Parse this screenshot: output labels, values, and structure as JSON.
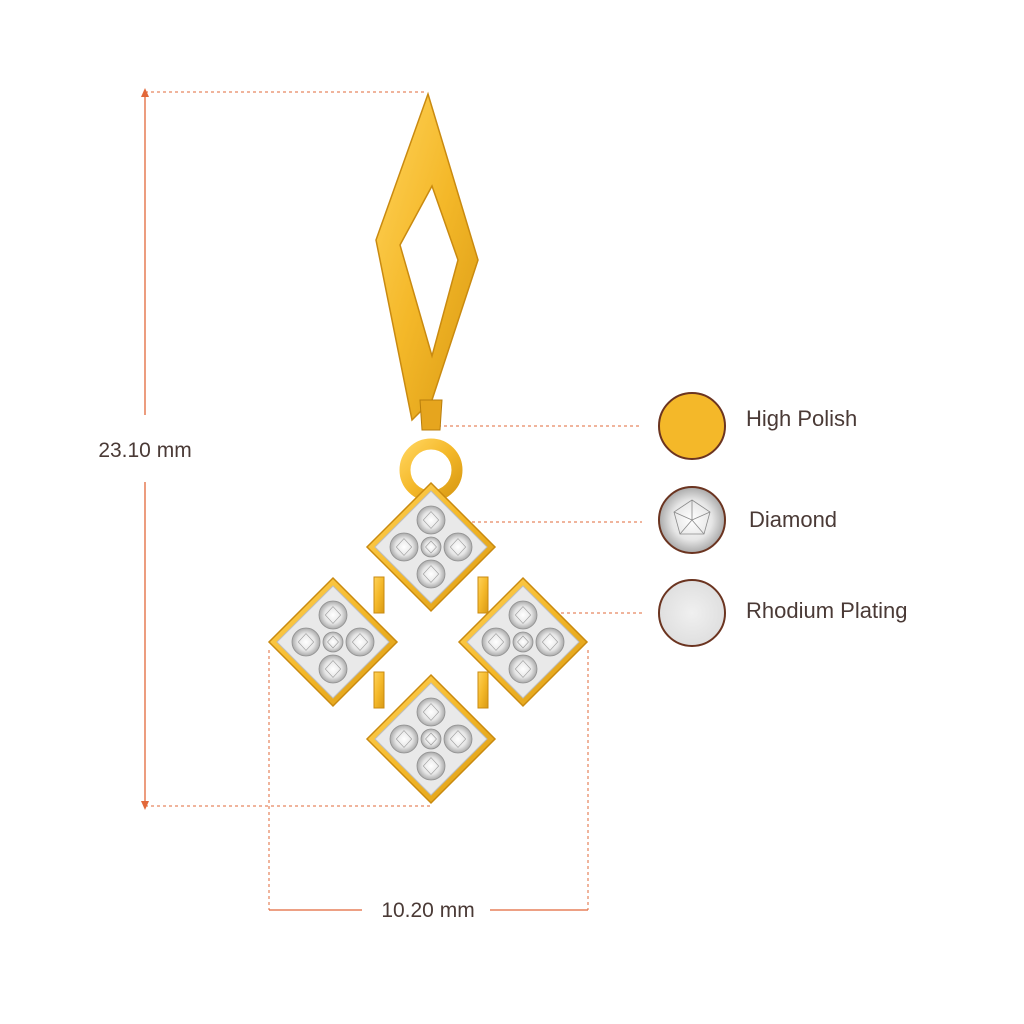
{
  "dimensions": {
    "height_label": "23.10 mm",
    "width_label": "10.20 mm"
  },
  "legend": [
    {
      "label": "High Polish",
      "swatch": "gold-swatch"
    },
    {
      "label": "Diamond",
      "swatch": "diamond-swatch"
    },
    {
      "label": "Rhodium Plating",
      "swatch": "rhodium-swatch"
    }
  ],
  "colors": {
    "dimension_line": "#e2683a",
    "gold": "#f4b829",
    "gold_dark": "#d99a14",
    "swatch_border": "#6b3420",
    "rhodium": "#e4e4e4",
    "text": "#4a3a36"
  }
}
